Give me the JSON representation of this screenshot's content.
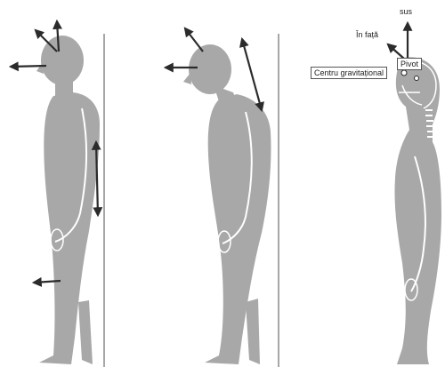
{
  "labels": {
    "up": "sus",
    "forward": "În față",
    "center_of_gravity": "Centru gravitațional",
    "pivot": "Pivot"
  },
  "colors": {
    "figure": "#a8a8a8",
    "outline": "#ffffff",
    "arrow": "#2b2b2b",
    "wall": "#8a8a8a"
  }
}
